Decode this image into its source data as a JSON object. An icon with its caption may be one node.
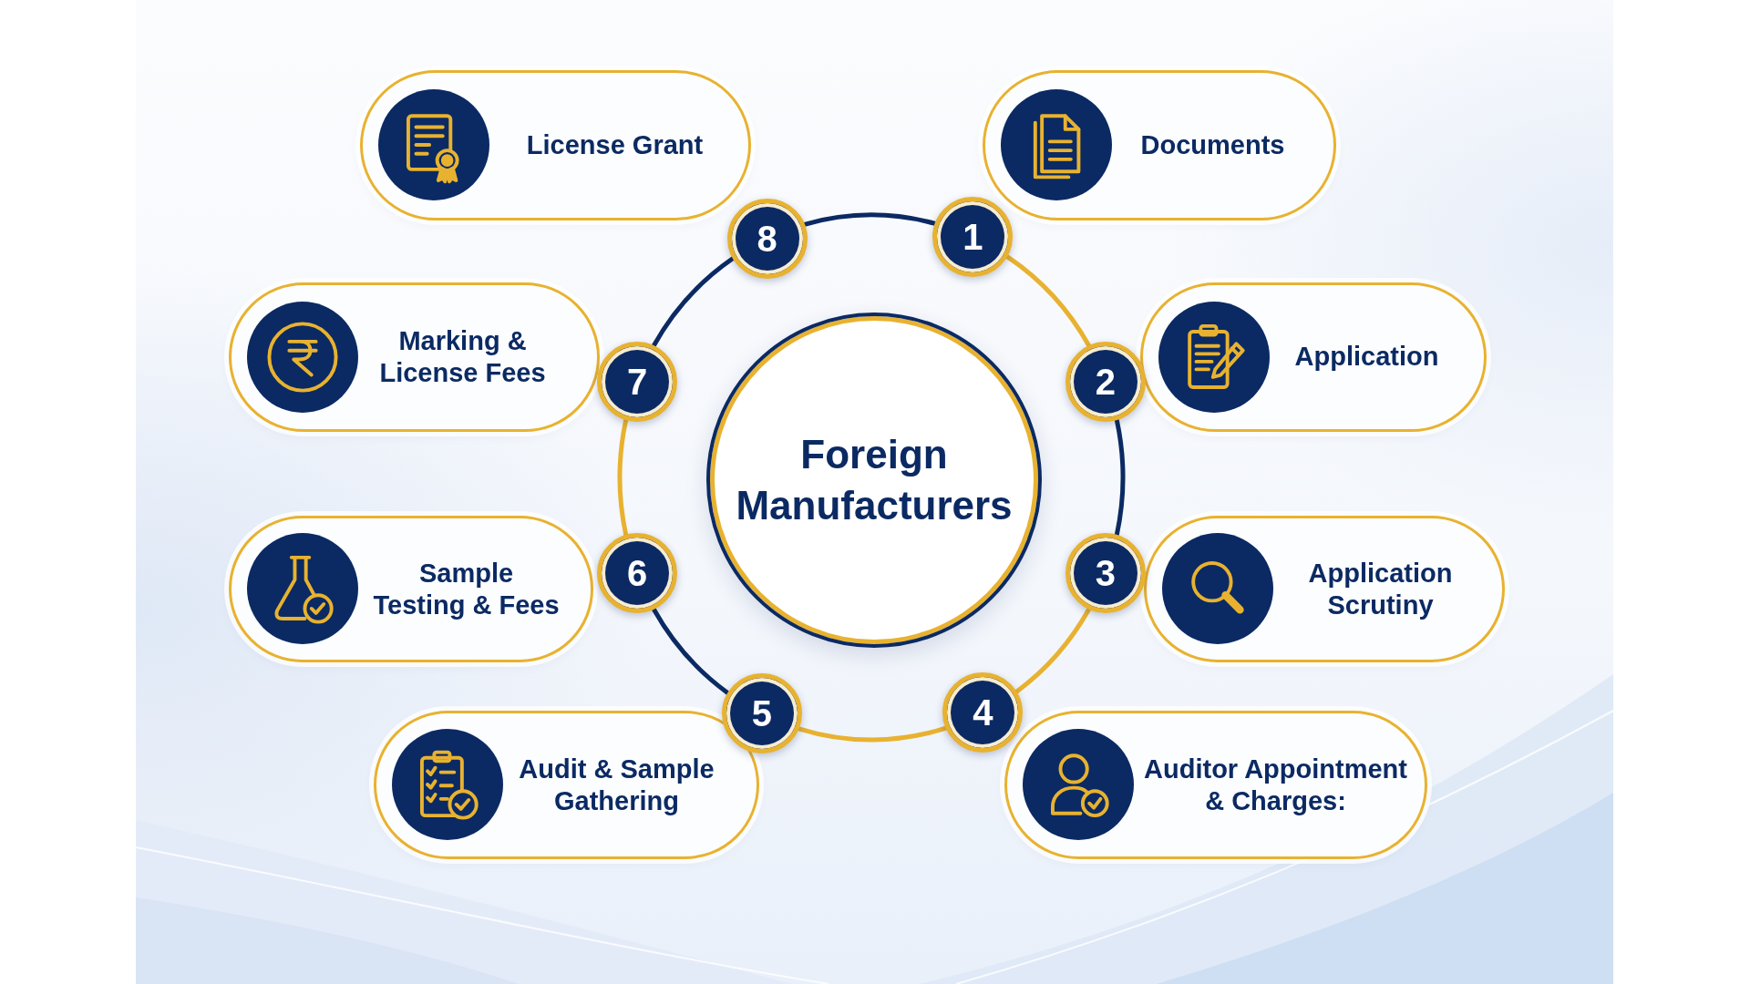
{
  "diagram": {
    "nodes": [
      {
        "text": [
          "Foreign Manufacturers"
        ]
      },
      {
        "text": [
          "1"
        ]
      },
      {
        "text": [
          "Documents"
        ]
      },
      {
        "text": [
          "2"
        ]
      },
      {
        "text": [
          "Application"
        ]
      },
      {
        "text": [
          "3"
        ]
      },
      {
        "text": [
          "Application Scrutiny"
        ]
      },
      {
        "text": [
          "4"
        ]
      },
      {
        "text": [
          "Auditor Appointment & Charges:"
        ]
      },
      {
        "text": [
          "5"
        ]
      },
      {
        "text": [
          "Audit & Sample Gathering"
        ]
      },
      {
        "text": [
          "6"
        ]
      },
      {
        "text": [
          "Sample Testing & Fees"
        ]
      },
      {
        "text": [
          "7"
        ]
      },
      {
        "text": [
          "Marking & License Fees"
        ]
      },
      {
        "text": [
          "8"
        ]
      },
      {
        "text": [
          "License Grant"
        ]
      }
    ],
    "edges": [
      {
        "from": 1,
        "to": 3,
        "arrow": "none",
        "color": "#e8b230"
      },
      {
        "from": 3,
        "to": 5,
        "arrow": "none",
        "color": "#0b2a63"
      },
      {
        "from": 5,
        "to": 7,
        "arrow": "none",
        "color": "#e8b230"
      },
      {
        "from": 7,
        "to": 9,
        "arrow": "none",
        "color": "#e8b230"
      },
      {
        "from": 9,
        "to": 11,
        "arrow": "none",
        "color": "#0b2a63"
      },
      {
        "from": 11,
        "to": 13,
        "arrow": "none",
        "color": "#e8b230"
      },
      {
        "from": 13,
        "to": 15,
        "arrow": "none",
        "color": "#0b2a63"
      },
      {
        "from": 15,
        "to": 1,
        "arrow": "none",
        "color": "#0b2a63"
      }
    ]
  }
}
